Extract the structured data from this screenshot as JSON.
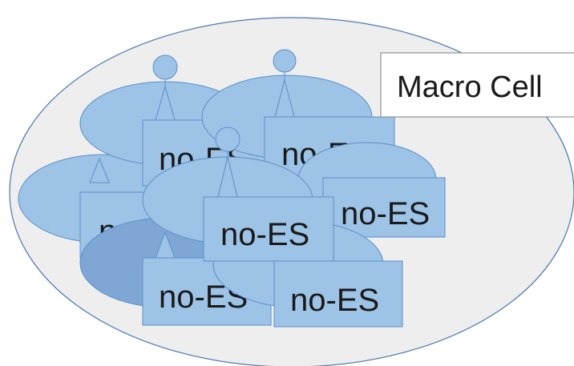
{
  "macro": {
    "label": "Macro Cell"
  },
  "small_cells": [
    {
      "label": "no-ES"
    },
    {
      "label": "no-ES"
    },
    {
      "label": "no-ES"
    },
    {
      "label": "no-ES"
    },
    {
      "label": "no-ES"
    },
    {
      "label": "no-ES"
    },
    {
      "label": "no-ES"
    }
  ],
  "colors": {
    "macro_fill": "#eeeeee",
    "macro_stroke": "#4a78b0",
    "cell_fill": "#9dc3e6",
    "cell_stroke": "#5b8fc9",
    "overlap_fill": "#7fa7d6"
  }
}
